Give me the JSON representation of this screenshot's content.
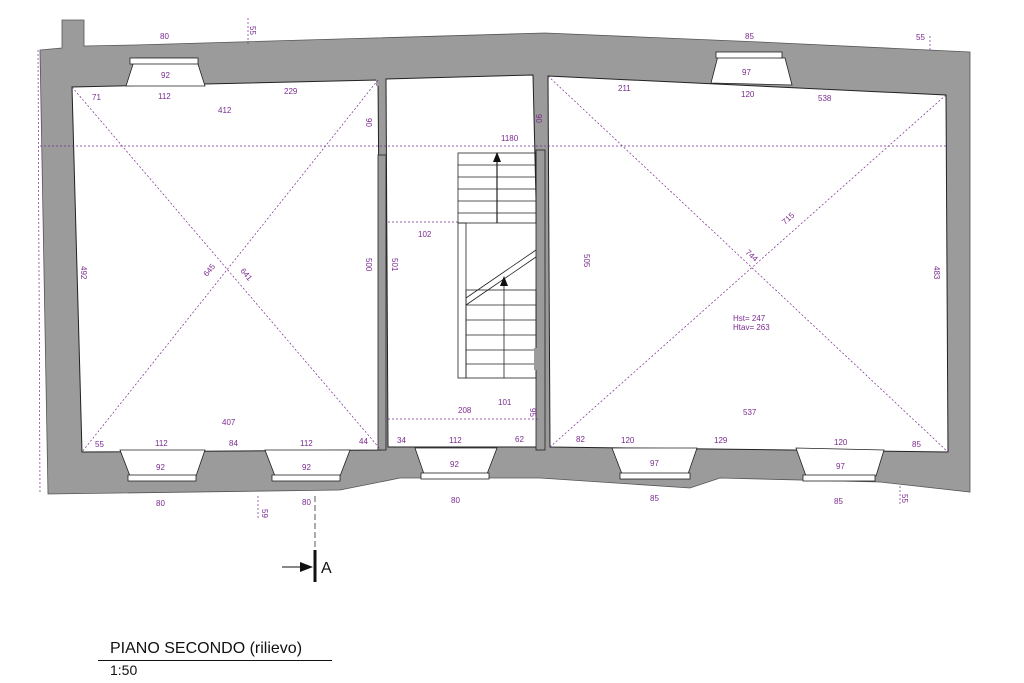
{
  "title": "PIANO SECONDO (rilievo)",
  "scale": "1:50",
  "section_label": "A",
  "colors": {
    "wall": "#9b9b9b",
    "dimension": "#7a2a8f",
    "line": "#111111"
  },
  "rooms": {
    "left": {
      "width_top": "412",
      "width_bottom": "407",
      "height_left": "492",
      "height_right": "500",
      "diag_1": "645",
      "diag_2": "641"
    },
    "stair": {
      "label_top": "90",
      "height_left": "501",
      "landing": "102",
      "bottom_1": "208",
      "bottom_2": "101",
      "bottom_3": "95"
    },
    "right": {
      "width_top": "538",
      "width_bottom": "537",
      "height_left": "505",
      "height_right": "483",
      "diag_1": "715",
      "diag_2": "744",
      "hst": "Hst= 247",
      "htav": "Htav= 263"
    }
  },
  "overall": {
    "length": "1180"
  },
  "top_dims": {
    "wall_left_1": "80",
    "win_left_1": "92",
    "dim_55_a": "55",
    "dim_71": "71",
    "dim_112_top": "112",
    "dim_229": "229",
    "dim_90_a": "90",
    "dim_90_b": "90",
    "win_right_top": "85",
    "win_right_97": "97",
    "dim_55_b": "55",
    "dim_211": "211",
    "dim_120_top": "120"
  },
  "bottom_dims": {
    "d55": "55",
    "d112_a": "112",
    "d84": "84",
    "d112_b": "112",
    "d44": "44",
    "d34": "34",
    "d112_c": "112",
    "d62": "62",
    "d82": "82",
    "d120_a": "120",
    "d129": "129",
    "d120_b": "120",
    "d85": "85",
    "win_1": "92",
    "win_2": "92",
    "win_3": "92",
    "win_4": "97",
    "win_5": "97",
    "out_80_a": "80",
    "out_59": "59",
    "out_80_b": "80",
    "out_80_c": "80",
    "out_85_a": "85",
    "out_85_b": "85",
    "out_55": "55"
  }
}
